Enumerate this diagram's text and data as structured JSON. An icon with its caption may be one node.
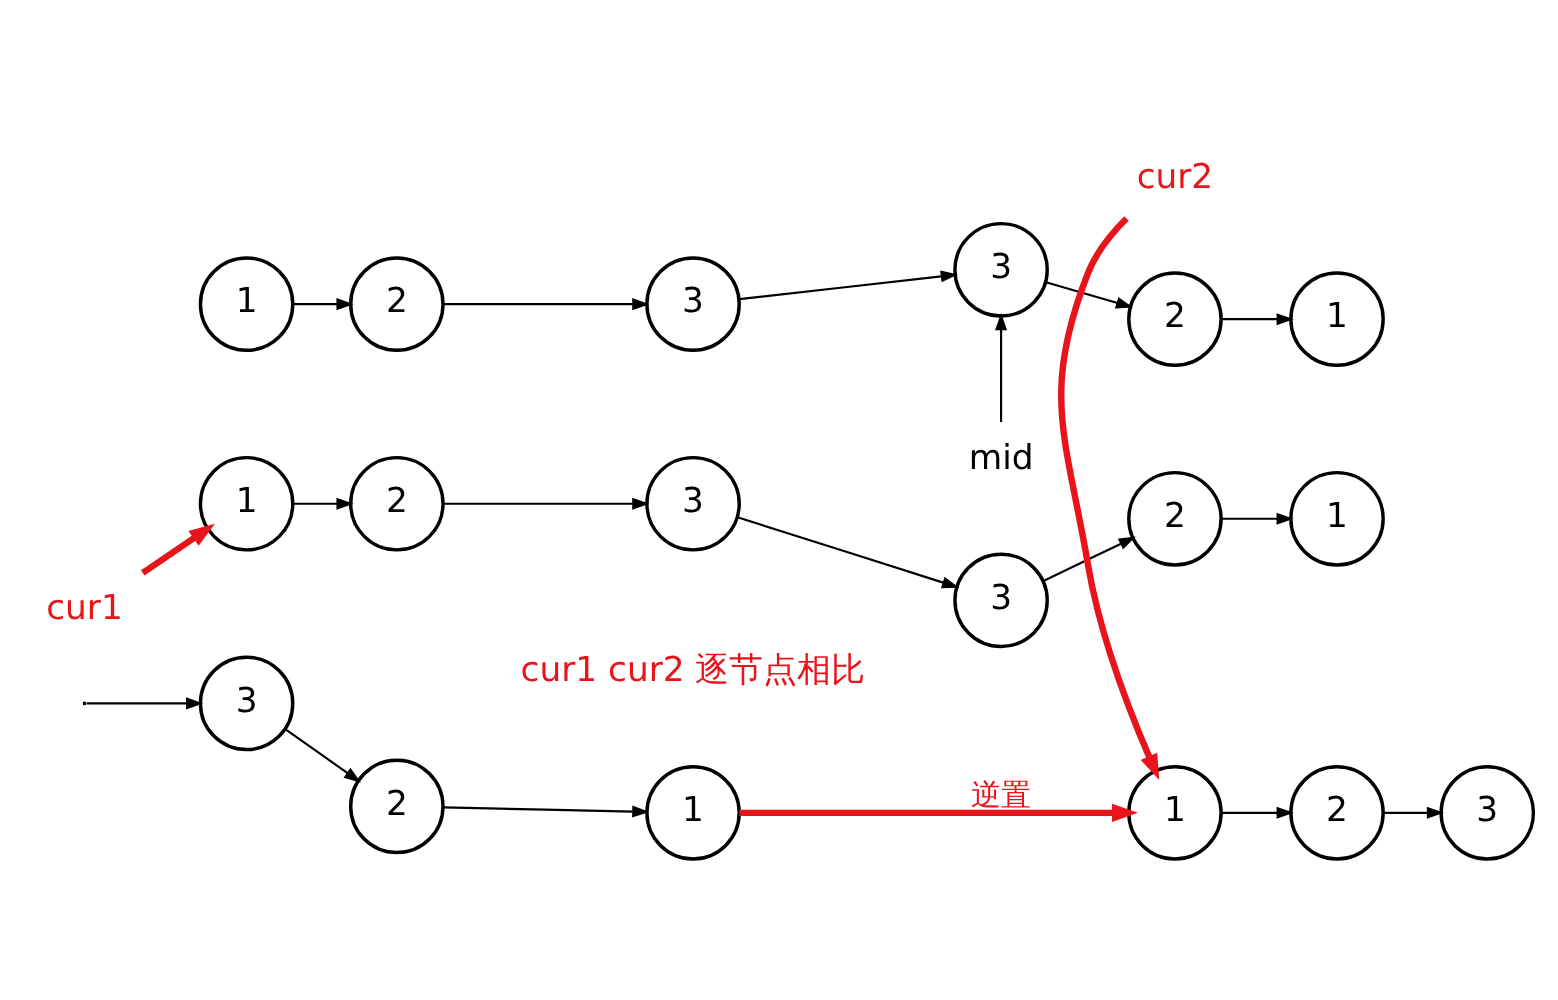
{
  "diagram": {
    "nodes": [
      {
        "text": [
          "mid"
        ]
      },
      {
        "text": [
          "1"
        ]
      },
      {
        "text": [
          "2"
        ]
      },
      {
        "text": [
          "3"
        ]
      },
      {
        "text": [
          "3"
        ]
      },
      {
        "text": [
          "2"
        ]
      },
      {
        "text": [
          "1"
        ]
      },
      {
        "text": [
          "cur1"
        ]
      },
      {
        "text": [
          "1"
        ]
      },
      {
        "text": [
          "2"
        ]
      },
      {
        "text": [
          "3"
        ]
      },
      {
        "text": [
          "3"
        ]
      },
      {
        "text": [
          "2"
        ]
      },
      {
        "text": [
          "1"
        ]
      },
      {
        "text": [
          "cur2"
        ]
      },
      {
        "text": [
          "3"
        ]
      },
      {
        "text": [
          "2"
        ]
      },
      {
        "text": [
          "1"
        ]
      },
      {
        "text": [
          "1"
        ]
      },
      {
        "text": [
          "2"
        ]
      },
      {
        "text": [
          "3"
        ]
      }
    ],
    "edges": [
      {
        "from": 0,
        "to": 4,
        "arrow": "to"
      },
      {
        "from": 1,
        "to": 2,
        "arrow": "to"
      },
      {
        "from": 2,
        "to": 3,
        "arrow": "to"
      },
      {
        "from": 3,
        "to": 4,
        "arrow": "to"
      },
      {
        "from": 4,
        "to": 5,
        "arrow": "to"
      },
      {
        "from": 5,
        "to": 6,
        "arrow": "to"
      },
      {
        "from": 7,
        "to": 8,
        "arrow": "to",
        "style": "thick",
        "color": "#e8141c"
      },
      {
        "from": 8,
        "to": 9,
        "arrow": "to"
      },
      {
        "from": 9,
        "to": 10,
        "arrow": "to"
      },
      {
        "from": 10,
        "to": 11,
        "arrow": "to"
      },
      {
        "from": 11,
        "to": 12,
        "arrow": "to"
      },
      {
        "from": 12,
        "to": 13,
        "arrow": "to"
      },
      {
        "from": 14,
        "to": 18,
        "arrow": "to",
        "style": "thick",
        "color": "#e8141c"
      },
      {
        "from": null,
        "to": 15,
        "arrow": "to"
      },
      {
        "from": 15,
        "to": 16,
        "arrow": "to"
      },
      {
        "from": 16,
        "to": 17,
        "arrow": "to"
      },
      {
        "from": 17,
        "to": 18,
        "arrow": "to",
        "label": "逆置",
        "style": "thick",
        "color": "#e8141c"
      },
      {
        "from": 18,
        "to": 19,
        "arrow": "to"
      },
      {
        "from": 19,
        "to": 20,
        "arrow": "to"
      }
    ],
    "labels": [
      "cur1 cur2 逐节点相比"
    ]
  }
}
